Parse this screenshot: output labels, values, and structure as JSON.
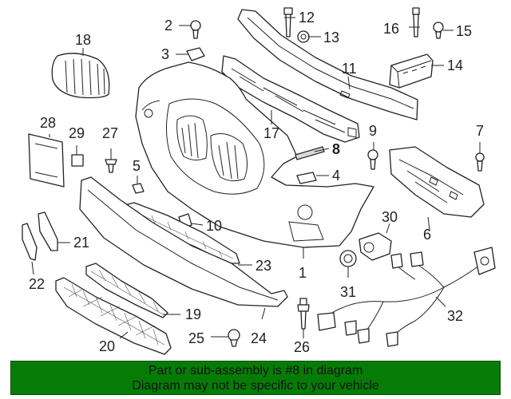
{
  "diagram": {
    "callouts": [
      "1",
      "2",
      "3",
      "4",
      "5",
      "6",
      "7",
      "8",
      "9",
      "10",
      "11",
      "12",
      "13",
      "14",
      "15",
      "16",
      "17",
      "18",
      "19",
      "20",
      "21",
      "22",
      "23",
      "24",
      "25",
      "26",
      "27",
      "28",
      "29",
      "30",
      "31",
      "32"
    ],
    "highlighted_callout": "8"
  },
  "banner": {
    "line1": "Part or sub-assembly is #8 in diagram",
    "line2": "Diagram may not be specific to your vehicle",
    "color": "#067c06"
  }
}
